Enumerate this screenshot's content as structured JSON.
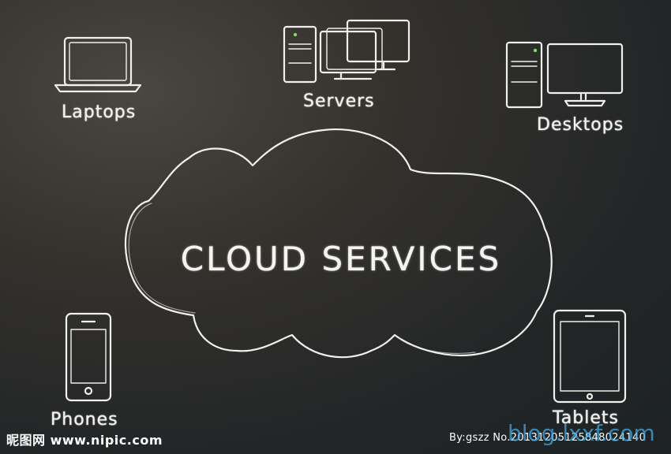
{
  "headline": "CLOUD SERVICES",
  "devices": {
    "laptops": "Laptops",
    "servers": "Servers",
    "desktops": "Desktops",
    "phones": "Phones",
    "tablets": "Tablets"
  },
  "footer": {
    "site_mark": "昵图网 www.nipic.com",
    "credit": "By:gszz  No.20131205125848024140",
    "watermark": "blog.lxxf.com"
  },
  "colors": {
    "chalk": "#f2f2ee",
    "board_dark": "#1d2224",
    "watermark_blue": "#3caae6"
  }
}
